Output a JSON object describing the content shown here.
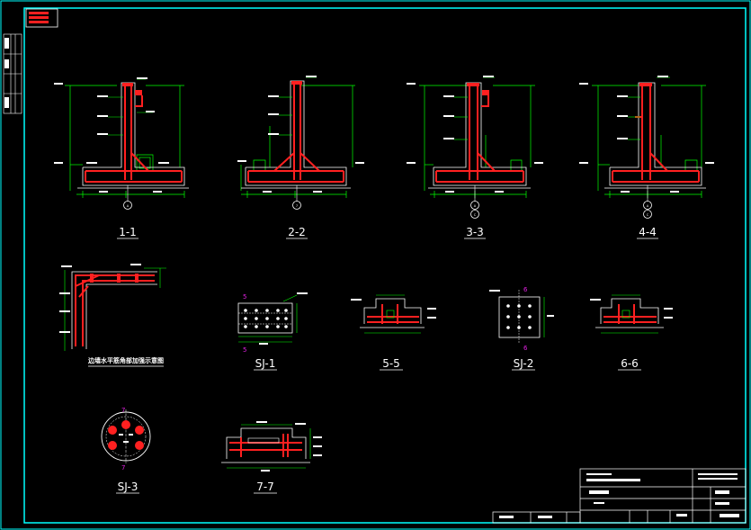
{
  "colors": {
    "background": "#000000",
    "frame": "#00ffff",
    "concrete": "#ffffff",
    "rebar": "#ff2020",
    "dimension": "#00ff00",
    "accent": "#e020e0"
  },
  "sections": [
    {
      "label": "1-1",
      "axis": [
        "A"
      ]
    },
    {
      "label": "2-2",
      "axis": [
        "7"
      ]
    },
    {
      "label": "3-3",
      "axis": [
        "A",
        "C"
      ]
    },
    {
      "label": "4-4",
      "axis": [
        "A",
        "C"
      ]
    }
  ],
  "details": {
    "wall_corner_caption": "边墙水平筋角部加强示意图",
    "sj1": {
      "label": "SJ-1",
      "mark": "5"
    },
    "s55": {
      "label": "5-5"
    },
    "sj2": {
      "label": "SJ-2",
      "mark": "6"
    },
    "s66": {
      "label": "6-6"
    },
    "sj3": {
      "label": "SJ-3",
      "mark": "7"
    },
    "s77": {
      "label": "7-7"
    }
  },
  "title_block": {
    "company": "",
    "project": "",
    "drawing_no": ""
  }
}
